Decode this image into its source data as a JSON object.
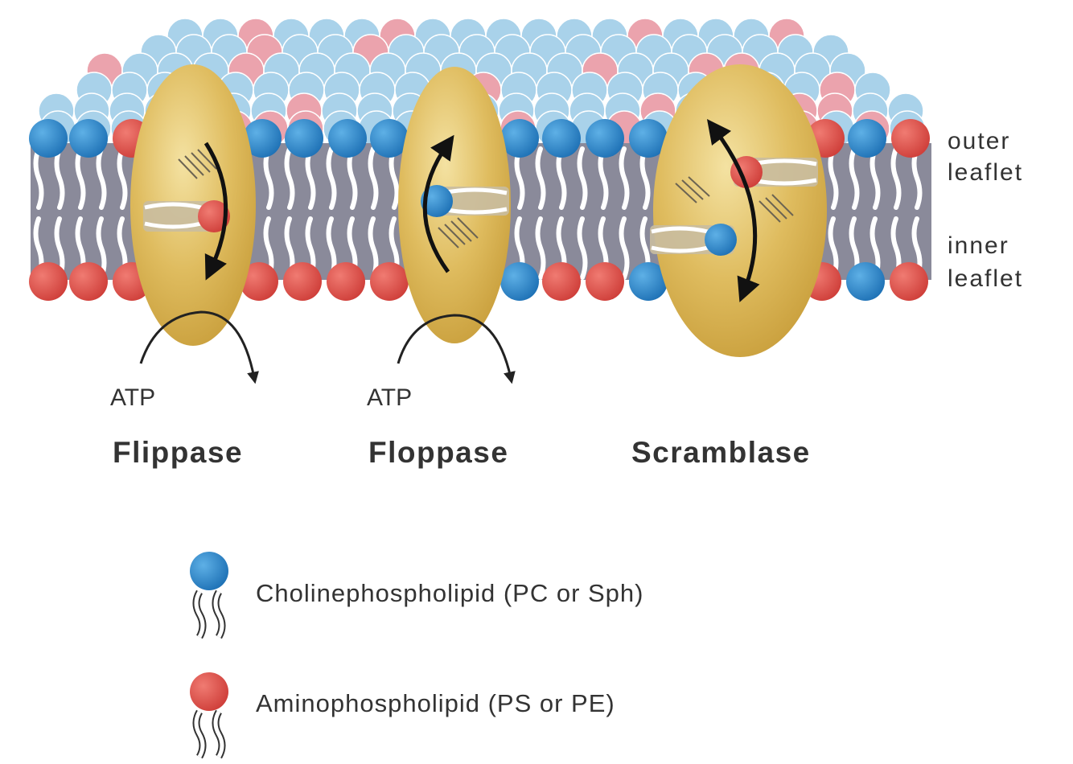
{
  "leaflets": {
    "outer": [
      "outer",
      "leaflet"
    ],
    "inner": [
      "inner",
      "leaflet"
    ]
  },
  "atp_label": "ATP",
  "enzymes": [
    {
      "name": "Flippase",
      "atp": true
    },
    {
      "name": "Floppase",
      "atp": true
    },
    {
      "name": "Scramblase",
      "atp": false
    }
  ],
  "legend": [
    {
      "label": "Cholinephospholipid (PC or Sph)",
      "color": "#2e86c8"
    },
    {
      "label": "Aminophospholipid (PS or PE)",
      "color": "#de4f4b"
    }
  ],
  "colors": {
    "choline": "#2e86c8",
    "amino": "#de4f4b",
    "choline_light": "#a9d2ea",
    "amino_light": "#eba3ad",
    "protein": "#ddb95a",
    "bilayer_core": "#8a8a9a"
  }
}
